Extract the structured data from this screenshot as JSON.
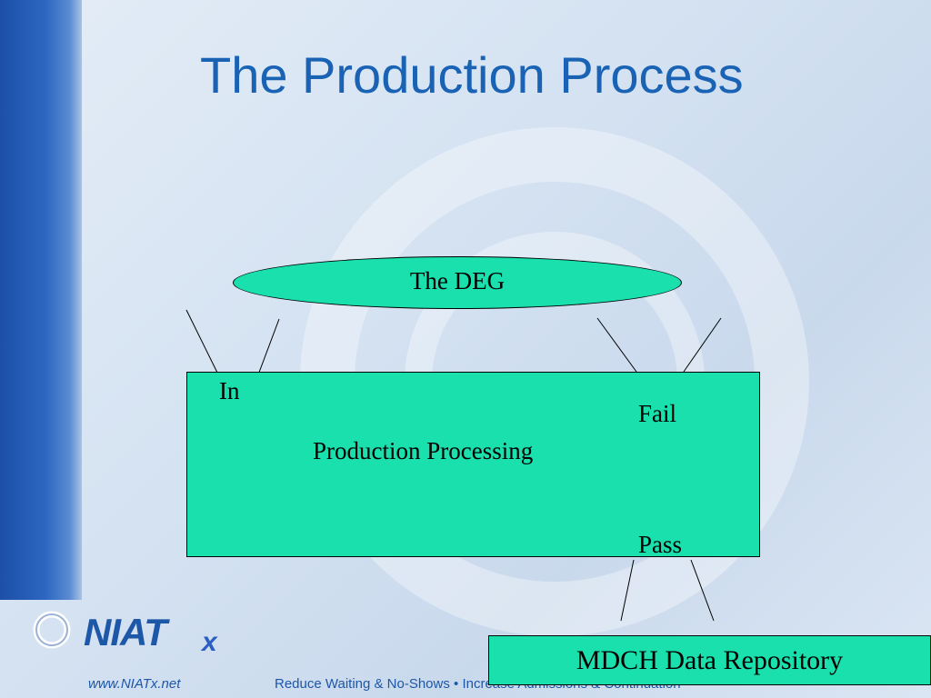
{
  "slide": {
    "title": "The Production Process"
  },
  "diagram": {
    "top_node": "The DEG",
    "process_box": {
      "label_in": "In",
      "label_fail": "Fail",
      "label_main": "Production Processing",
      "label_pass": "Pass"
    },
    "bottom_node": "MDCH Data Repository"
  },
  "footer": {
    "logo_text": "NIAT",
    "logo_suffix": "x",
    "url": "www.NIATx.net",
    "tagline": "Reduce Waiting & No-Shows • Increase Admissions & Continuation"
  },
  "colors": {
    "title": "#1a63b4",
    "node_fill": "#19e0ad",
    "sidebar": "#2c66c0"
  }
}
